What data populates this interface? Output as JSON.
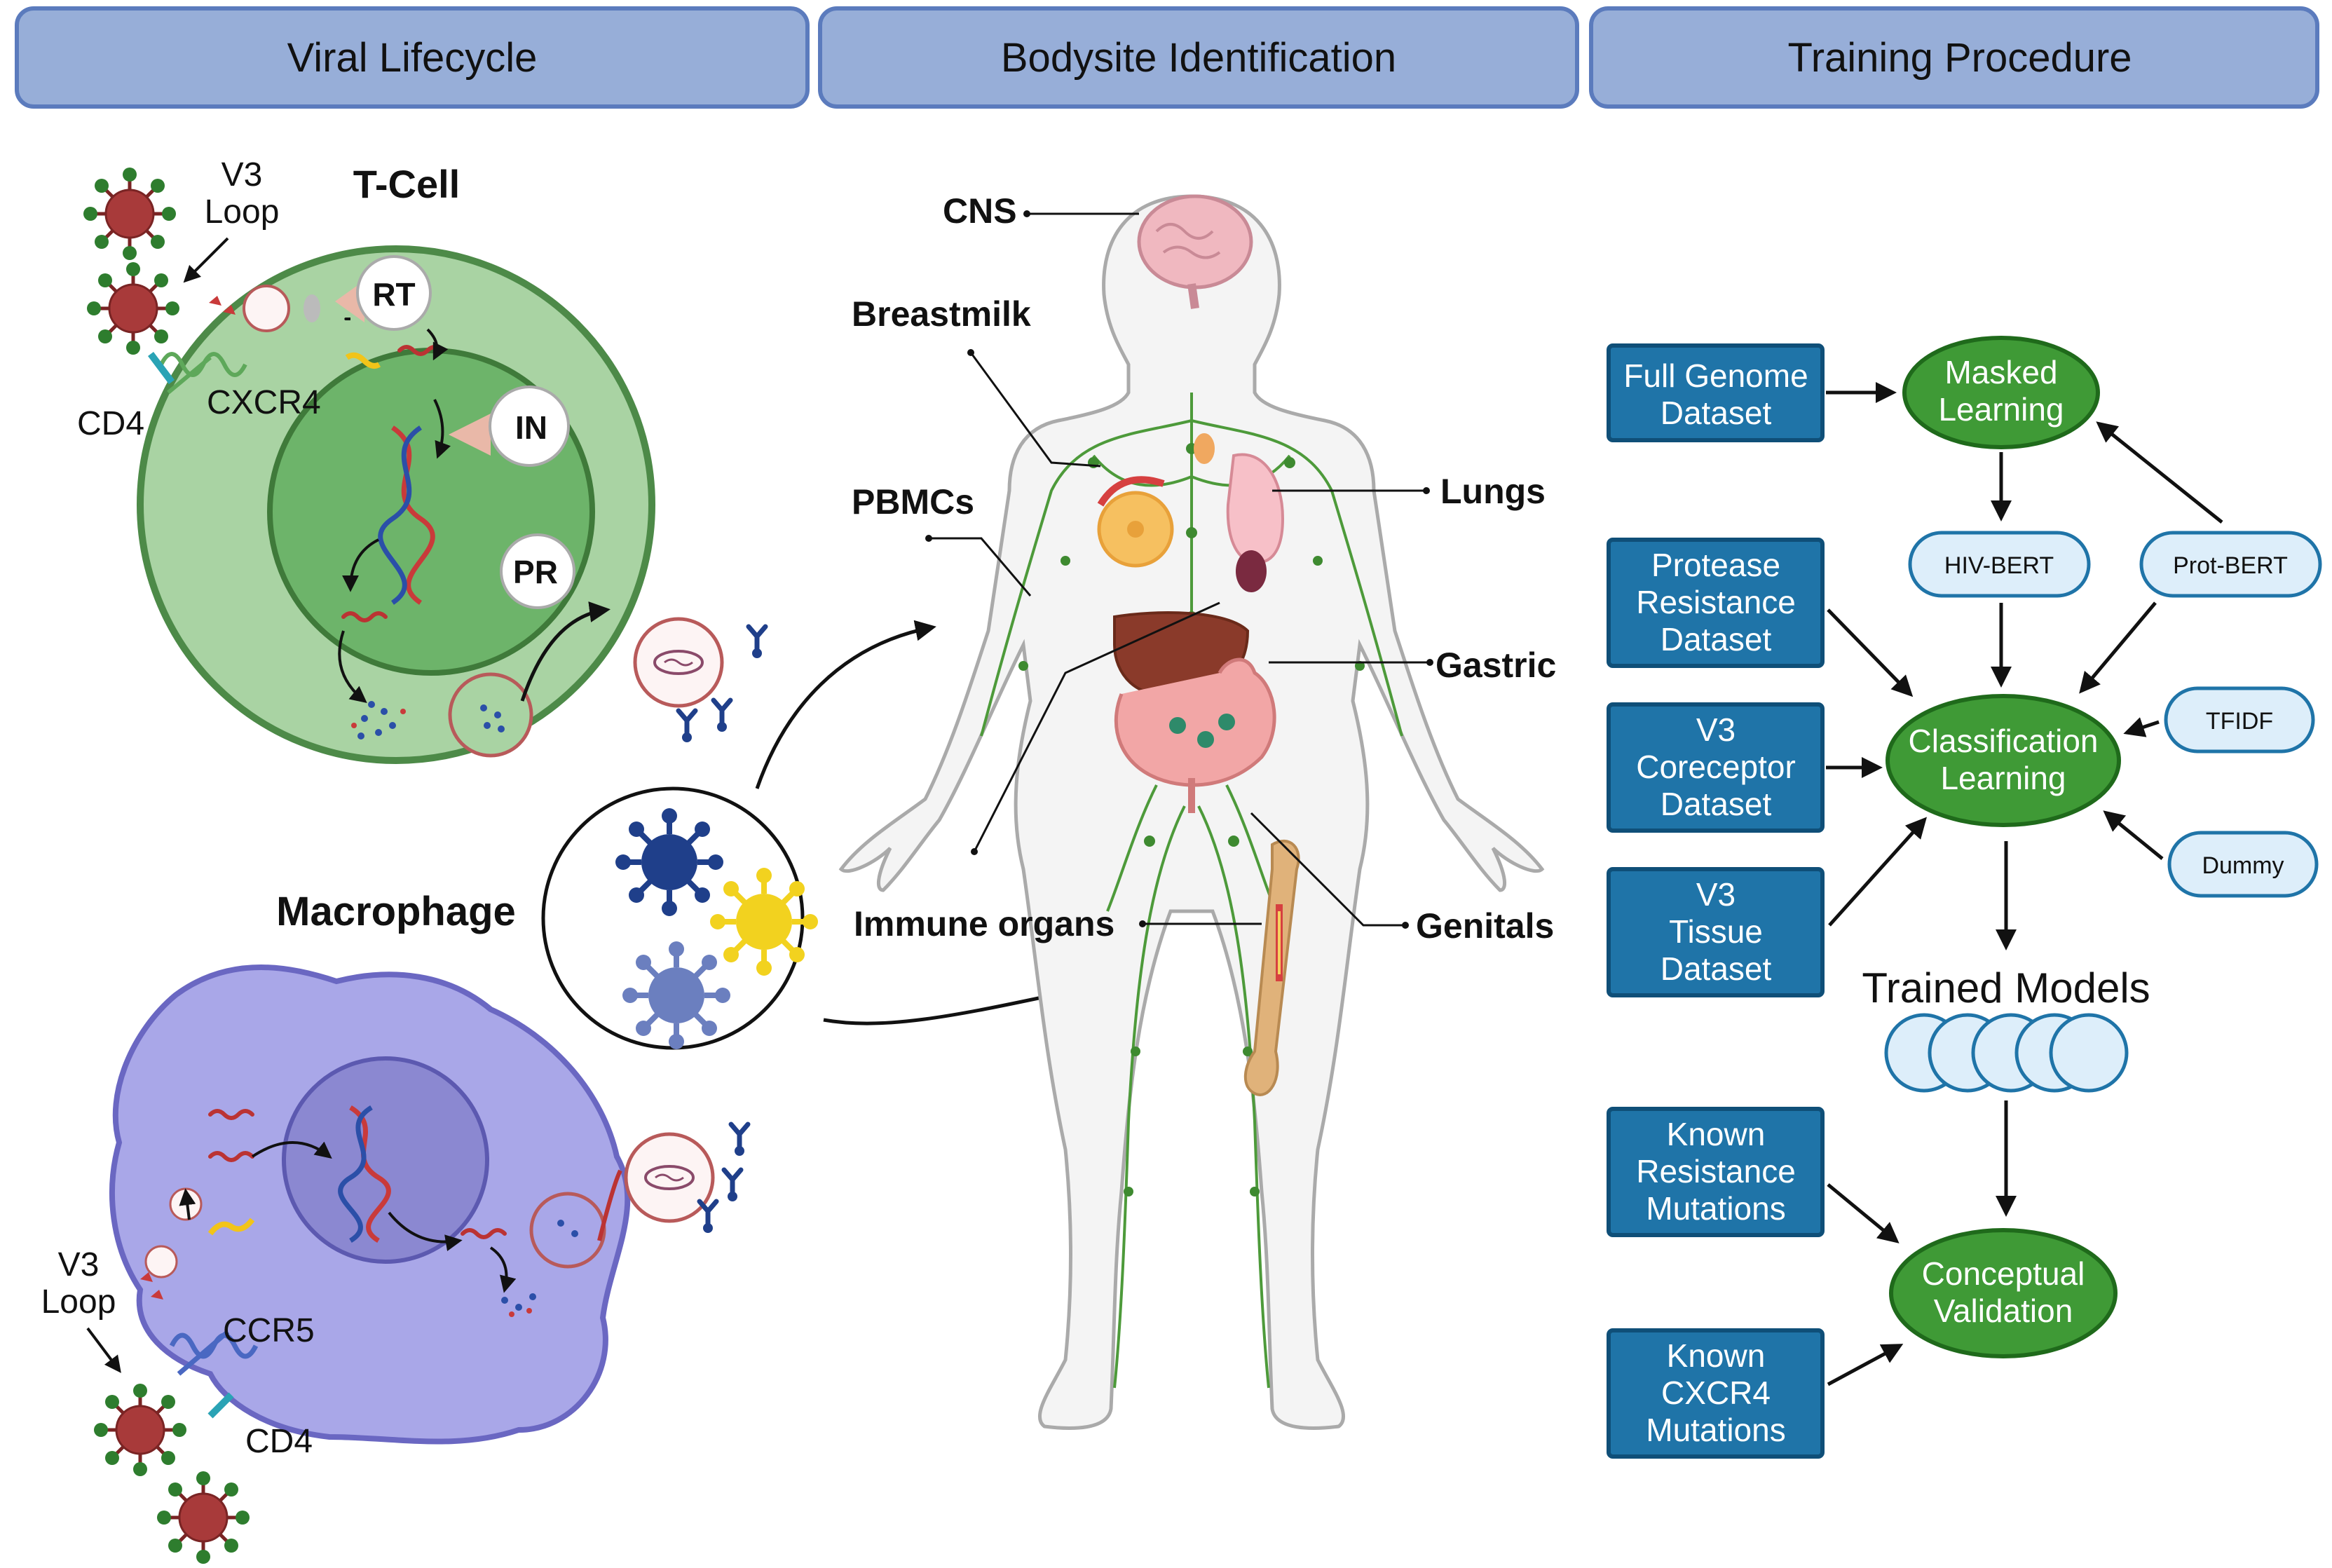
{
  "headers": {
    "viral_lifecycle": "Viral Lifecycle",
    "bodysite": "Bodysite Identification",
    "training": "Training Procedure"
  },
  "lifecycle": {
    "tcell_title": "T-Cell",
    "macrophage_title": "Macrophage",
    "v3_loop_top": [
      "V3",
      "Loop"
    ],
    "v3_loop_bottom": [
      "V3",
      "Loop"
    ],
    "cd4_top": "CD4",
    "cxcr4": "CXCR4",
    "ccr5": "CCR5",
    "cd4_bottom": "CD4",
    "enzyme_rt": "RT",
    "enzyme_in": "IN",
    "enzyme_pr": "PR"
  },
  "bodysite": {
    "cns": "CNS",
    "breastmilk": "Breastmilk",
    "pbmcs": "PBMCs",
    "lungs": "Lungs",
    "gastric": "Gastric",
    "immune_organs": "Immune organs",
    "genitals": "Genitals"
  },
  "training": {
    "full_genome": [
      "Full Genome",
      "Dataset"
    ],
    "protease": [
      "Protease",
      "Resistance",
      "Dataset"
    ],
    "v3_coreceptor": [
      "V3",
      "Coreceptor",
      "Dataset"
    ],
    "v3_tissue": [
      "V3",
      "Tissue",
      "Dataset"
    ],
    "known_resistance": [
      "Known",
      "Resistance",
      "Mutations"
    ],
    "known_cxcr4": [
      "Known",
      "CXCR4",
      "Mutations"
    ],
    "masked_learning": [
      "Masked",
      "Learning"
    ],
    "classification_learning": [
      "Classification",
      "Learning"
    ],
    "conceptual_validation": [
      "Conceptual",
      "Validation"
    ],
    "hiv_bert": "HIV-BERT",
    "prot_bert": "Prot-BERT",
    "tfidf": "TFIDF",
    "dummy": "Dummy",
    "trained_models": "Trained Models"
  },
  "colors": {
    "header_fill": "#97aed8",
    "header_stroke": "#5b7bbd",
    "dataset_fill": "#1f74a8",
    "dataset_stroke": "#0f4f78",
    "oval_fill": "#3f9a36",
    "oval_stroke": "#1f6a1b",
    "pill_fill": "#ddeefa",
    "pill_stroke": "#1f74a8",
    "tcell_outer": "#a9d3a3",
    "tcell_inner": "#6db46a",
    "macrophage": "#a9a7e8",
    "virus_red": "#a83a3a",
    "virus_green": "#2e7d2e"
  }
}
